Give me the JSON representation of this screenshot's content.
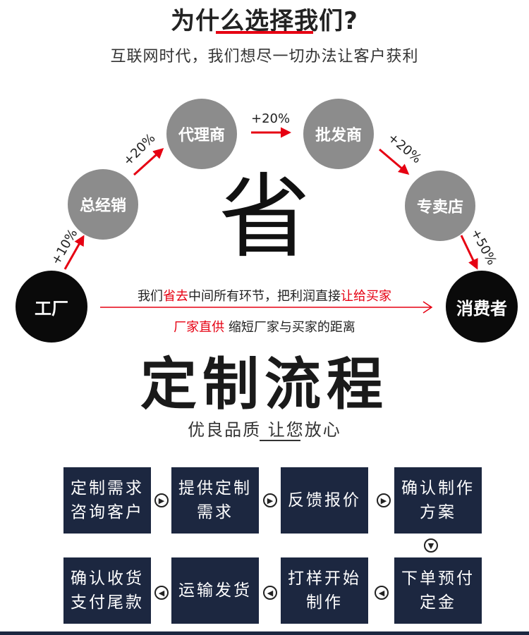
{
  "header": {
    "title": "为什么选择我们?",
    "subtitle": "互联网时代，我们想尽一切办法让客户获利"
  },
  "chain": {
    "factory": "工厂",
    "general_distributor": "总经销",
    "agent": "代理商",
    "wholesaler": "批发商",
    "store": "专卖店",
    "consumer": "消费者",
    "pct_factory_distributor": "+10%",
    "pct_distributor_agent": "+20%",
    "pct_agent_wholesaler": "+20%",
    "pct_wholesaler_store": "+20%",
    "pct_store_consumer": "+50%",
    "center_char": "省"
  },
  "direct": {
    "line1_a": "我们",
    "line1_red1": "省去",
    "line1_b": "中间所有环节，把利润直接",
    "line1_red2": "让给买家",
    "line2_red": "厂家直供",
    "line2_b": " 缩短厂家与买家的距离"
  },
  "process": {
    "title": "定制流程",
    "subtitle": "优良品质 让您放心",
    "steps": [
      "定制需求咨询客户",
      "提供定制需求",
      "反馈报价",
      "确认制作方案",
      "下单预付定金",
      "打样开始制作",
      "运输发货",
      "确认收货支付尾款"
    ]
  },
  "colors": {
    "accent": "#e60012",
    "box": "#1c2740",
    "gray_circle": "#8c8c8c",
    "black_circle": "#0a0a0a"
  }
}
